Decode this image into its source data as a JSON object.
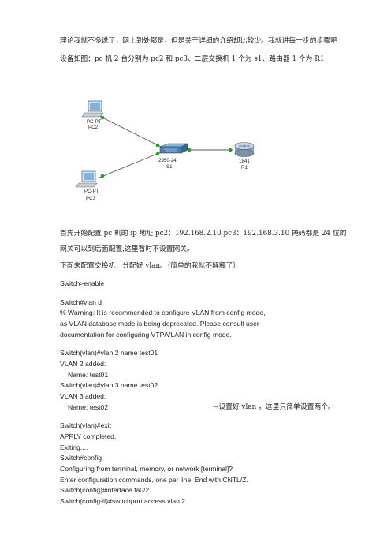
{
  "intro": {
    "line1": "理论我就不多说了，网上到处都是，但是关于详细的介绍却比较少。我就讲每一步的步骤吧",
    "line2": "设备如图：pc 机 2 台分别为  pc2 和 pc3、二层交换机 1 个为  s1、路由器 1 个为  R1"
  },
  "diagram": {
    "pc2": {
      "model": "PC-PT",
      "name": "PC2",
      "icon": "pc-icon"
    },
    "pc3": {
      "model": "PC-PT",
      "name": "PC3",
      "icon": "pc-icon"
    },
    "switch": {
      "model": "2950-24",
      "name": "S1",
      "icon": "switch-icon"
    },
    "router": {
      "model": "1841",
      "name": "R1",
      "icon": "router-icon"
    },
    "link_color": "#1fa31f"
  },
  "para": {
    "p1_line1": "首先开始配置 pc 机的 ip 地址 pc2：192.168.2.10      pc3：192.168.3.10  掩码都是 24 位的",
    "p1_line2": "网关可以到后面配置,这里暂时不设置网关。",
    "p2": "下面来配置交换机，分配好 vlan。（简单的我就不解释了）"
  },
  "code": {
    "l1": "Switch>enable",
    "l2": "Switch#vlan d",
    "l3": "% Warning: It is recommended to configure VLAN from config mode,",
    "l4": "as VLAN database mode is being deprecated. Please consult user",
    "l5": "documentation for configuring VTP/VLAN in config mode.",
    "l6": "Switch(vlan)#vlan 2 name test01",
    "l7": "VLAN 2 added:",
    "l8": "Name: test01",
    "l9": "Switch(vlan)#vlan 3 name test02",
    "l10": "VLAN 3 added:",
    "l11": "Name: test02",
    "l11_note": "→设置好 vlan  ，这里只简单设置两个。",
    "l12": "Switch(vlan)#exit",
    "l13": "APPLY completed.",
    "l14": "Exiting....",
    "l15": "Switch#config",
    "l16": "Configuring from terminal, memory, or network [terminal]?",
    "l17": "Enter configuration commands, one per line. End with CNTL/Z.",
    "l18": "Switch(config)#interface fa0/2",
    "l19": "Switch(config-if)#switchport access vlan 2"
  }
}
